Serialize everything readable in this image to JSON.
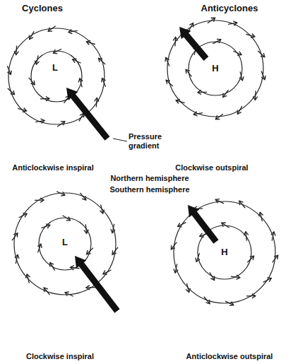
{
  "diagram": {
    "labels": [
      "Cyclones",
      "Anticyclones",
      "L",
      "Pressure gradient",
      "H",
      "Anticlockwise inspiral",
      "Clockwise outspiral",
      "Northern hemisphere",
      "Southern hemisphere",
      "L",
      "H",
      "Clockwise inspiral",
      "Anticlockwise outspiral"
    ]
  }
}
